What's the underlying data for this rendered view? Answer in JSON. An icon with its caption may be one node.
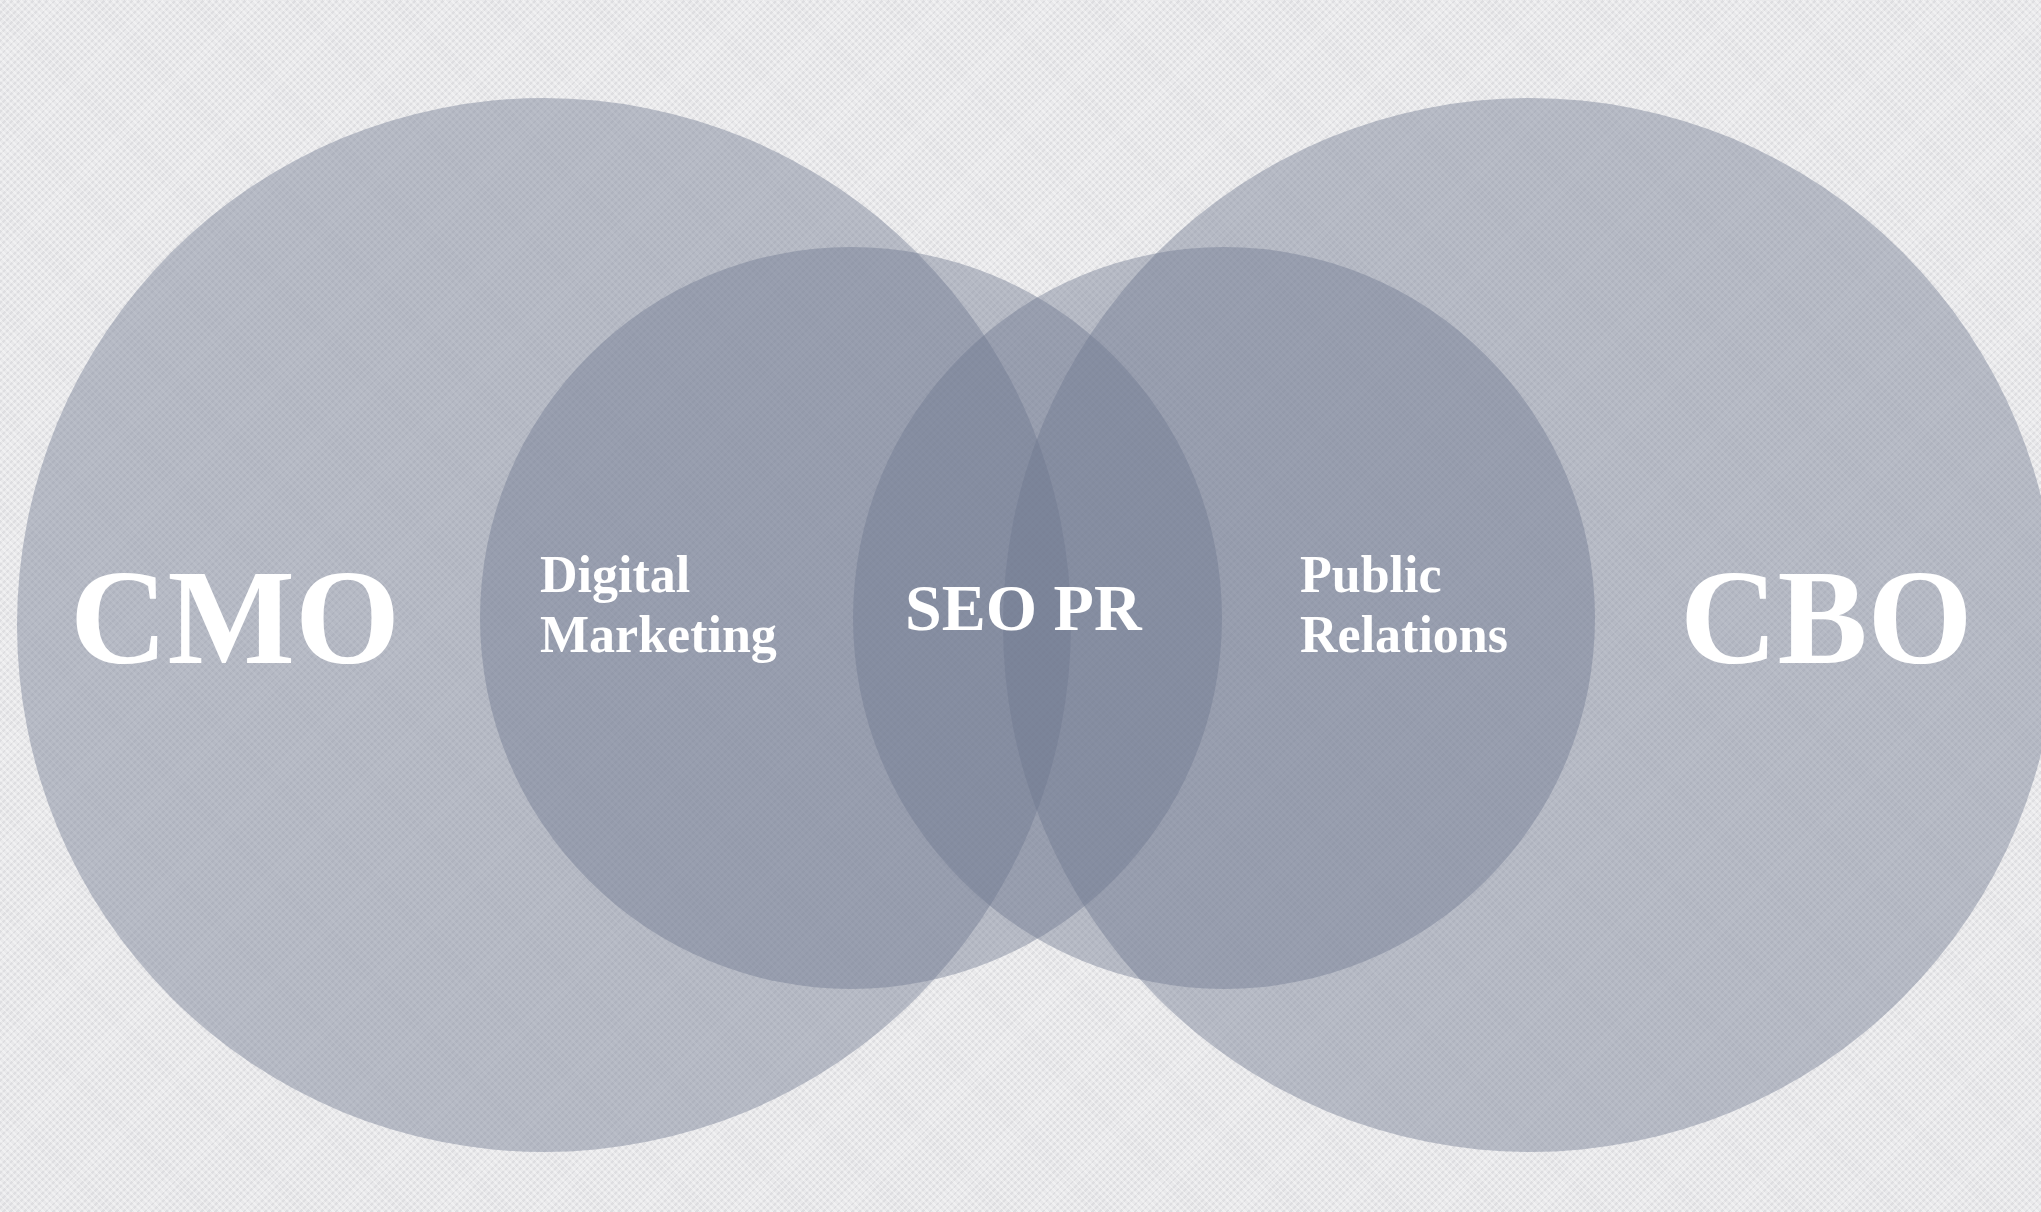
{
  "diagram": {
    "nodes": [
      {
        "text": [
          "CMO"
        ]
      },
      {
        "text": [
          "Digital Marketing"
        ]
      },
      {
        "text": [
          "SEO PR"
        ]
      },
      {
        "text": [
          "Public Relations"
        ]
      },
      {
        "text": [
          "CBO"
        ]
      }
    ]
  }
}
